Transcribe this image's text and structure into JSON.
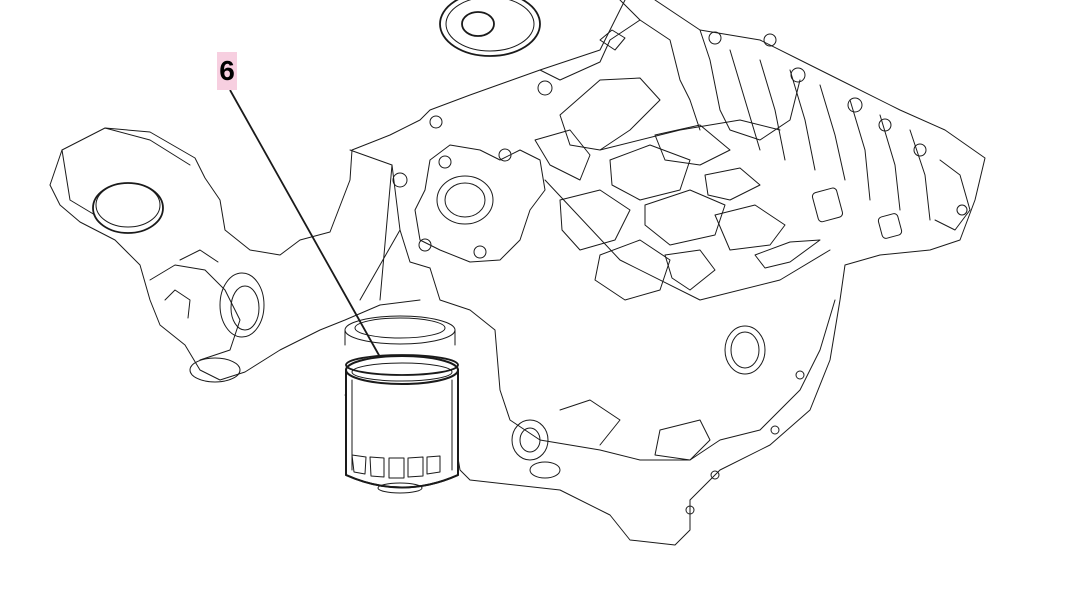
{
  "callouts": [
    {
      "number": "6",
      "highlight_color": "#f7cfe0"
    }
  ],
  "colors": {
    "line": "#1a1a1a",
    "background": "#ffffff"
  },
  "components": [
    "oil-filter",
    "oil-sump",
    "gasket-ring",
    "baffle-mesh"
  ]
}
